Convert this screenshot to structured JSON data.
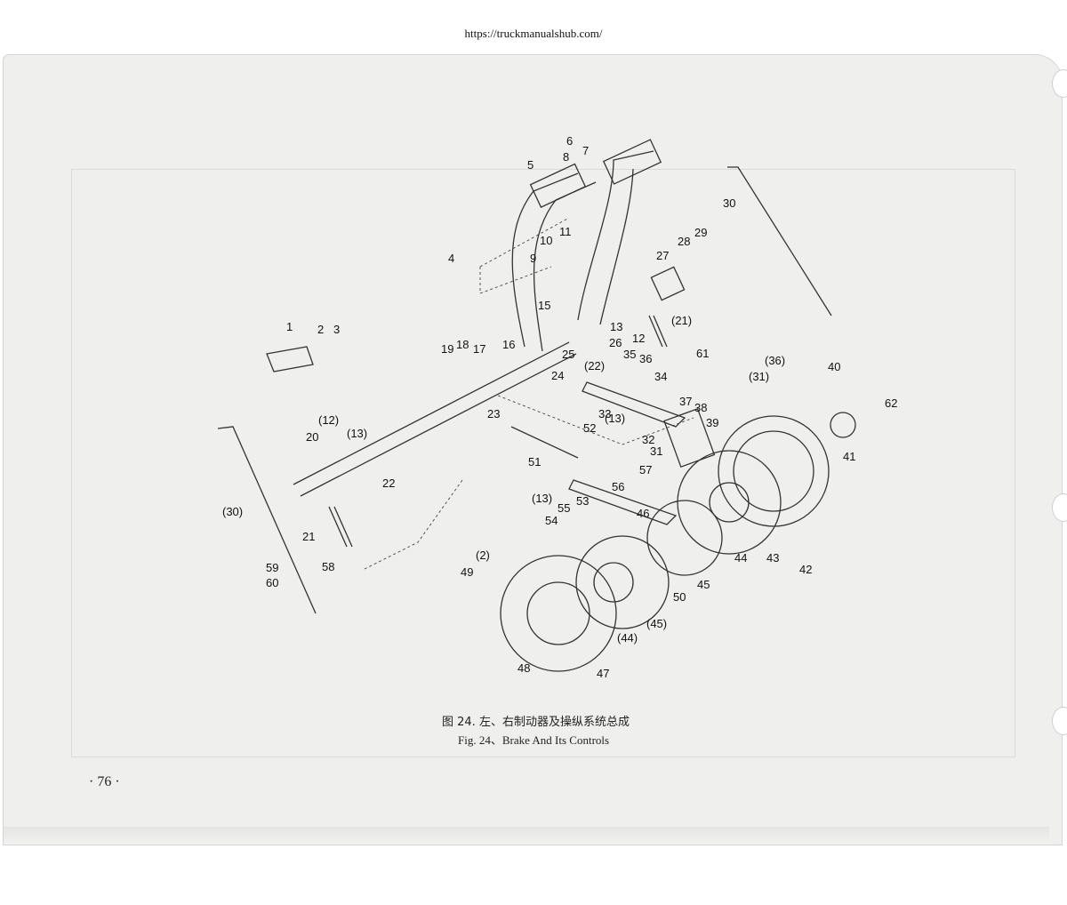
{
  "source_url": "https://truckmanualshub.com/",
  "caption_cn": "图 24. 左、右制动器及操纵系统总成",
  "caption_en": "Fig. 24、Brake And Its Controls",
  "page_number": "· 76 ·",
  "part_labels": [
    "1",
    "2",
    "3",
    "4",
    "5",
    "6",
    "7",
    "8",
    "9",
    "10",
    "11",
    "12",
    "(12)",
    "13",
    "(13)",
    "(13)",
    "(13)",
    "15",
    "16",
    "17",
    "18",
    "19",
    "20",
    "21",
    "(21)",
    "22",
    "(22)",
    "23",
    "24",
    "25",
    "26",
    "27",
    "28",
    "29",
    "30",
    "(30)",
    "31",
    "(31)",
    "32",
    "33",
    "34",
    "35",
    "36",
    "(36)",
    "37",
    "38",
    "39",
    "40",
    "41",
    "42",
    "43",
    "44",
    "(44)",
    "45",
    "(45)",
    "46",
    "47",
    "48",
    "49",
    "(2)",
    "50",
    "51",
    "52",
    "53",
    "54",
    "55",
    "56",
    "57",
    "58",
    "59",
    "60",
    "61",
    "62"
  ]
}
